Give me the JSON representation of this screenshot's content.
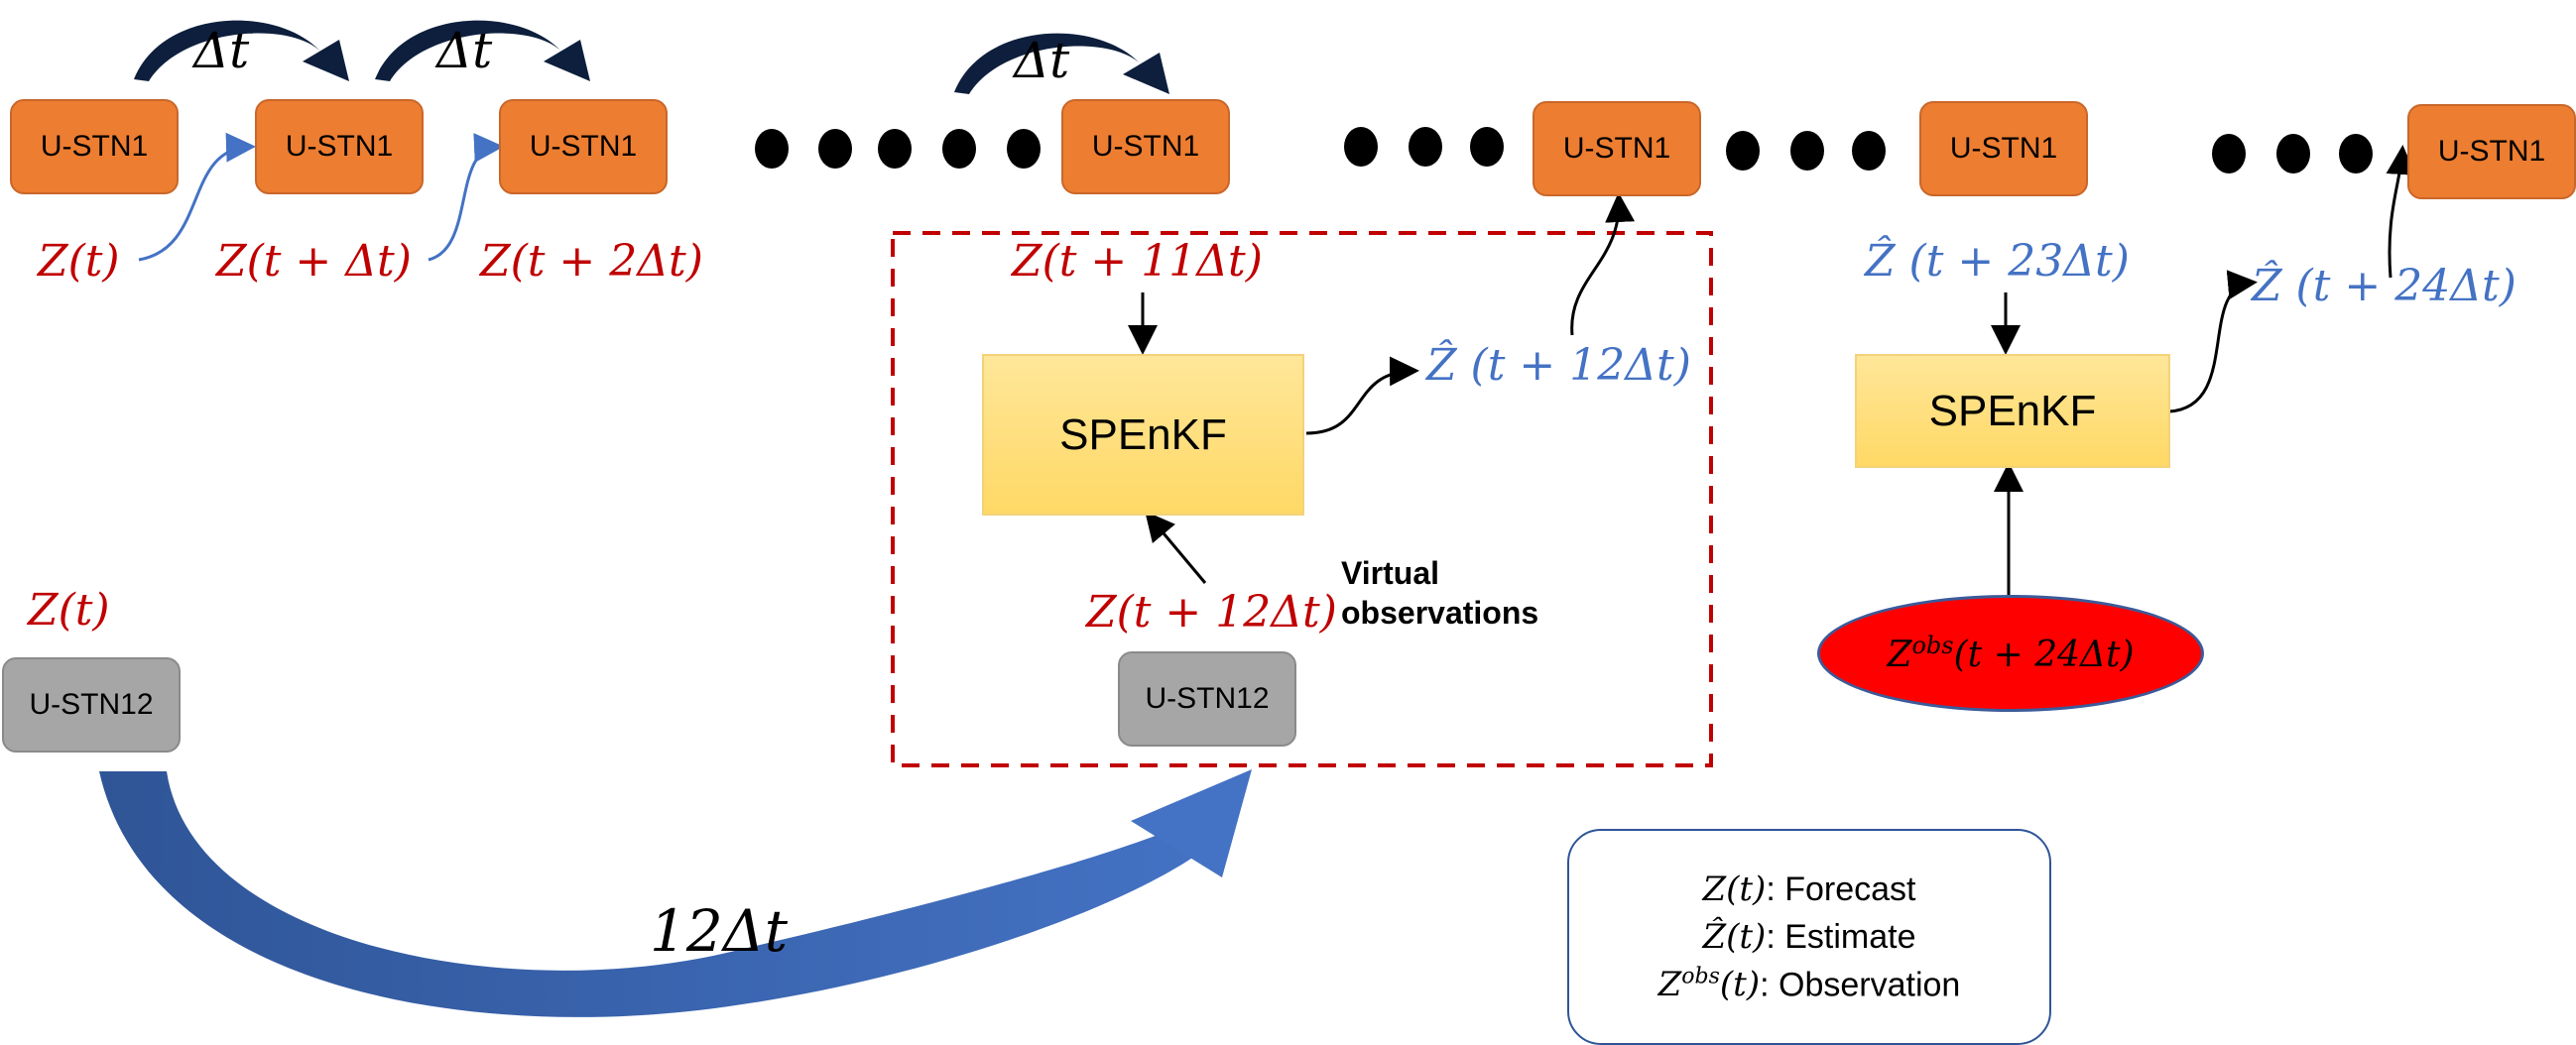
{
  "nodes": {
    "ustn1_label": "U-STN1",
    "ustn12_label": "U-STN12",
    "spenkf_label": "SPEnKF"
  },
  "steps": {
    "delta_t": "Δt",
    "twelve_delta_t": "12Δt"
  },
  "labels": {
    "z_t": "Z(t)",
    "z_t_dt": "Z(t + Δt)",
    "z_t_2dt": "Z(t + 2Δt)",
    "z_t_11dt": "Z(t + 11Δt)",
    "z_t_12dt": "Z(t + 12Δt)",
    "zhat_t_12dt": "Ẑ (t + 12Δt)",
    "zhat_t_23dt": "Ẑ (t + 23Δt)",
    "zhat_t_24dt": "Ẑ (t + 24Δt)",
    "z_t_left": "Z(t)",
    "z_obs_base": "Z",
    "z_obs_sup": "obs",
    "z_obs_arg": "(t + 24Δt)"
  },
  "virtual_observations": "Virtual observations",
  "legend": {
    "forecast_symbol": "Z(t)",
    "forecast_text": ": Forecast",
    "estimate_symbol": "Ẑ(t)",
    "estimate_text": ": Estimate",
    "observation_base": "Z",
    "observation_sup": "obs",
    "observation_arg": "(t)",
    "observation_text": ": Observation"
  },
  "colors": {
    "forecast": "#c00000",
    "estimate": "#4472c4",
    "ustn1_fill": "#ed7d31",
    "ustn12_fill": "#a6a6a6",
    "spenkf_fill": "#ffd966",
    "observation_fill": "#ff0000",
    "dashed_box": "#c00000"
  }
}
